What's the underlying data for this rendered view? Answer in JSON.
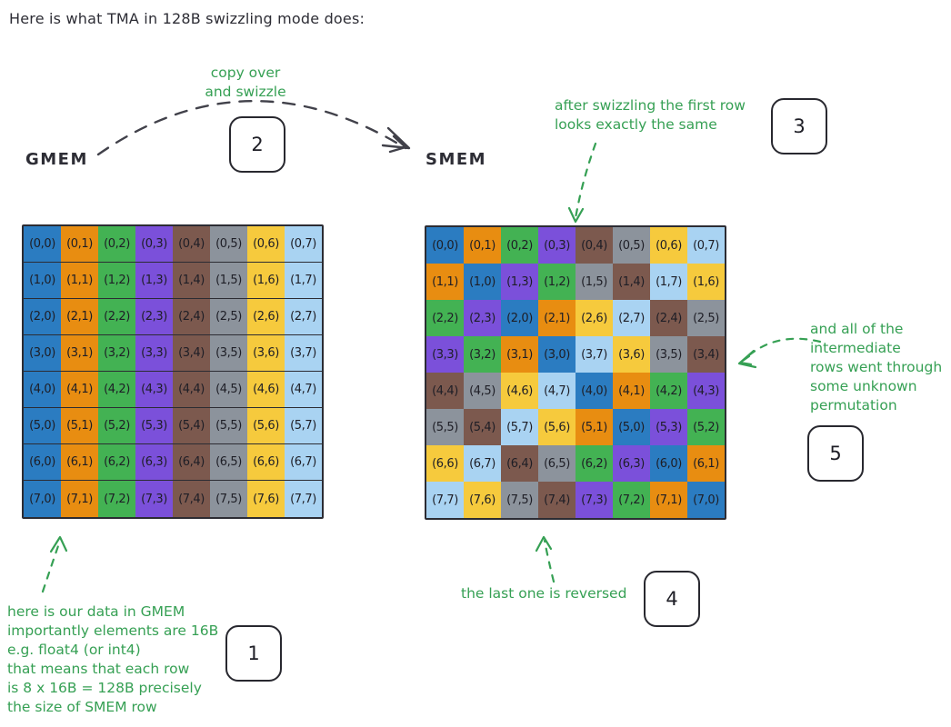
{
  "title": "Here is what TMA in 128B swizzling mode does:",
  "colors": {
    "ink": "#2d2d35",
    "green_annotation": "#36a054",
    "cell_text": "#1e1e26"
  },
  "palette": [
    "#2b7cc1",
    "#e88d11",
    "#43b253",
    "#7b50da",
    "#7c594e",
    "#8c939c",
    "#f6ca3d",
    "#a9d3f2"
  ],
  "gmem": {
    "label": "GMEM",
    "rows": [
      [
        [
          "(0,0)",
          0
        ],
        [
          "(0,1)",
          1
        ],
        [
          "(0,2)",
          2
        ],
        [
          "(0,3)",
          3
        ],
        [
          "(0,4)",
          4
        ],
        [
          "(0,5)",
          5
        ],
        [
          "(0,6)",
          6
        ],
        [
          "(0,7)",
          7
        ]
      ],
      [
        [
          "(1,0)",
          0
        ],
        [
          "(1,1)",
          1
        ],
        [
          "(1,2)",
          2
        ],
        [
          "(1,3)",
          3
        ],
        [
          "(1,4)",
          4
        ],
        [
          "(1,5)",
          5
        ],
        [
          "(1,6)",
          6
        ],
        [
          "(1,7)",
          7
        ]
      ],
      [
        [
          "(2,0)",
          0
        ],
        [
          "(2,1)",
          1
        ],
        [
          "(2,2)",
          2
        ],
        [
          "(2,3)",
          3
        ],
        [
          "(2,4)",
          4
        ],
        [
          "(2,5)",
          5
        ],
        [
          "(2,6)",
          6
        ],
        [
          "(2,7)",
          7
        ]
      ],
      [
        [
          "(3,0)",
          0
        ],
        [
          "(3,1)",
          1
        ],
        [
          "(3,2)",
          2
        ],
        [
          "(3,3)",
          3
        ],
        [
          "(3,4)",
          4
        ],
        [
          "(3,5)",
          5
        ],
        [
          "(3,6)",
          6
        ],
        [
          "(3,7)",
          7
        ]
      ],
      [
        [
          "(4,0)",
          0
        ],
        [
          "(4,1)",
          1
        ],
        [
          "(4,2)",
          2
        ],
        [
          "(4,3)",
          3
        ],
        [
          "(4,4)",
          4
        ],
        [
          "(4,5)",
          5
        ],
        [
          "(4,6)",
          6
        ],
        [
          "(4,7)",
          7
        ]
      ],
      [
        [
          "(5,0)",
          0
        ],
        [
          "(5,1)",
          1
        ],
        [
          "(5,2)",
          2
        ],
        [
          "(5,3)",
          3
        ],
        [
          "(5,4)",
          4
        ],
        [
          "(5,5)",
          5
        ],
        [
          "(5,6)",
          6
        ],
        [
          "(5,7)",
          7
        ]
      ],
      [
        [
          "(6,0)",
          0
        ],
        [
          "(6,1)",
          1
        ],
        [
          "(6,2)",
          2
        ],
        [
          "(6,3)",
          3
        ],
        [
          "(6,4)",
          4
        ],
        [
          "(6,5)",
          5
        ],
        [
          "(6,6)",
          6
        ],
        [
          "(6,7)",
          7
        ]
      ],
      [
        [
          "(7,0)",
          0
        ],
        [
          "(7,1)",
          1
        ],
        [
          "(7,2)",
          2
        ],
        [
          "(7,3)",
          3
        ],
        [
          "(7,4)",
          4
        ],
        [
          "(7,5)",
          5
        ],
        [
          "(7,6)",
          6
        ],
        [
          "(7,7)",
          7
        ]
      ]
    ]
  },
  "smem": {
    "label": "SMEM",
    "rows": [
      [
        [
          "(0,0)",
          0
        ],
        [
          "(0,1)",
          1
        ],
        [
          "(0,2)",
          2
        ],
        [
          "(0,3)",
          3
        ],
        [
          "(0,4)",
          4
        ],
        [
          "(0,5)",
          5
        ],
        [
          "(0,6)",
          6
        ],
        [
          "(0,7)",
          7
        ]
      ],
      [
        [
          "(1,1)",
          1
        ],
        [
          "(1,0)",
          0
        ],
        [
          "(1,3)",
          3
        ],
        [
          "(1,2)",
          2
        ],
        [
          "(1,5)",
          5
        ],
        [
          "(1,4)",
          4
        ],
        [
          "(1,7)",
          7
        ],
        [
          "(1,6)",
          6
        ]
      ],
      [
        [
          "(2,2)",
          2
        ],
        [
          "(2,3)",
          3
        ],
        [
          "(2,0)",
          0
        ],
        [
          "(2,1)",
          1
        ],
        [
          "(2,6)",
          6
        ],
        [
          "(2,7)",
          7
        ],
        [
          "(2,4)",
          4
        ],
        [
          "(2,5)",
          5
        ]
      ],
      [
        [
          "(3,3)",
          3
        ],
        [
          "(3,2)",
          2
        ],
        [
          "(3,1)",
          1
        ],
        [
          "(3,0)",
          0
        ],
        [
          "(3,7)",
          7
        ],
        [
          "(3,6)",
          6
        ],
        [
          "(3,5)",
          5
        ],
        [
          "(3,4)",
          4
        ]
      ],
      [
        [
          "(4,4)",
          4
        ],
        [
          "(4,5)",
          5
        ],
        [
          "(4,6)",
          6
        ],
        [
          "(4,7)",
          7
        ],
        [
          "(4,0)",
          0
        ],
        [
          "(4,1)",
          1
        ],
        [
          "(4,2)",
          2
        ],
        [
          "(4,3)",
          3
        ]
      ],
      [
        [
          "(5,5)",
          5
        ],
        [
          "(5,4)",
          4
        ],
        [
          "(5,7)",
          7
        ],
        [
          "(5,6)",
          6
        ],
        [
          "(5,1)",
          1
        ],
        [
          "(5,0)",
          0
        ],
        [
          "(5,3)",
          3
        ],
        [
          "(5,2)",
          2
        ]
      ],
      [
        [
          "(6,6)",
          6
        ],
        [
          "(6,7)",
          7
        ],
        [
          "(6,4)",
          4
        ],
        [
          "(6,5)",
          5
        ],
        [
          "(6,2)",
          2
        ],
        [
          "(6,3)",
          3
        ],
        [
          "(6,0)",
          0
        ],
        [
          "(6,1)",
          1
        ]
      ],
      [
        [
          "(7,7)",
          7
        ],
        [
          "(7,6)",
          6
        ],
        [
          "(7,5)",
          5
        ],
        [
          "(7,4)",
          4
        ],
        [
          "(7,3)",
          3
        ],
        [
          "(7,2)",
          2
        ],
        [
          "(7,1)",
          1
        ],
        [
          "(7,0)",
          0
        ]
      ]
    ]
  },
  "annotations": {
    "copy": [
      "copy over",
      "and swizzle"
    ],
    "first_row": [
      "after swizzling the first row",
      "looks exactly the same"
    ],
    "intermediate": [
      "and all of the",
      "intermediate",
      "rows went through",
      "some unknown",
      "permutation"
    ],
    "reversed": "the last one is reversed",
    "gmem_note": [
      "here is our data in GMEM",
      "importantly elements are 16B",
      "e.g. float4 (or int4)",
      "that means that each row",
      "is 8 x 16B = 128B precisely",
      "the size of SMEM row"
    ]
  },
  "badges": {
    "b1": "1",
    "b2": "2",
    "b3": "3",
    "b4": "4",
    "b5": "5"
  }
}
